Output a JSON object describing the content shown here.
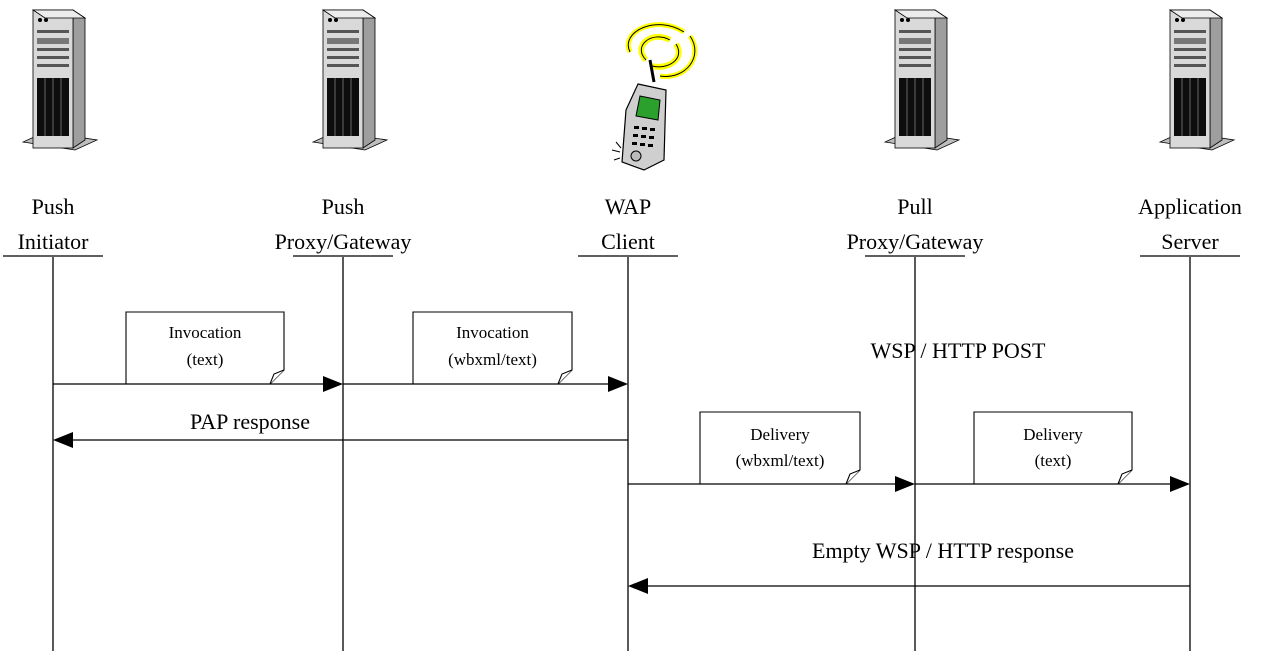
{
  "participants": [
    {
      "id": "push-initiator",
      "icon": "server-icon",
      "lines": [
        "Push",
        "Initiator"
      ]
    },
    {
      "id": "push-proxy-gateway",
      "icon": "server-icon",
      "lines": [
        "Push",
        "Proxy/Gateway"
      ]
    },
    {
      "id": "wap-client",
      "icon": "mobile-phone-icon",
      "lines": [
        "WAP",
        "Client"
      ]
    },
    {
      "id": "pull-proxy-gateway",
      "icon": "server-icon",
      "lines": [
        "Pull",
        "Proxy/Gateway"
      ]
    },
    {
      "id": "application-server",
      "icon": "server-icon",
      "lines": [
        "Application",
        "Server"
      ]
    }
  ],
  "messages": [
    {
      "id": "invocation-1",
      "from": "push-initiator",
      "to": "push-proxy-gateway",
      "label": "",
      "note": [
        "Invocation",
        "(text)"
      ]
    },
    {
      "id": "invocation-2",
      "from": "push-proxy-gateway",
      "to": "wap-client",
      "label": "",
      "note": [
        "Invocation",
        "(wbxml/text)"
      ]
    },
    {
      "id": "pap-response",
      "from": "wap-client",
      "to": "push-initiator",
      "label": "PAP response",
      "note": []
    },
    {
      "id": "delivery-1",
      "from": "wap-client",
      "to": "pull-proxy-gateway",
      "label": "",
      "note": [
        "Delivery",
        "(wbxml/text)"
      ]
    },
    {
      "id": "delivery-2",
      "from": "pull-proxy-gateway",
      "to": "application-server",
      "label": "",
      "note": [
        "Delivery",
        "(text)"
      ]
    },
    {
      "id": "empty-response",
      "from": "application-server",
      "to": "wap-client",
      "label": "Empty WSP / HTTP response",
      "note": []
    }
  ],
  "floating_labels": [
    {
      "id": "wsp-http-post",
      "text": "WSP / HTTP POST"
    }
  ],
  "colors": {
    "line": "#000000",
    "server_body": "#d9d9d9",
    "phone_body": "#cfcfcf",
    "phone_screen": "#2ca02c",
    "signal_waves": "#ffff00"
  }
}
